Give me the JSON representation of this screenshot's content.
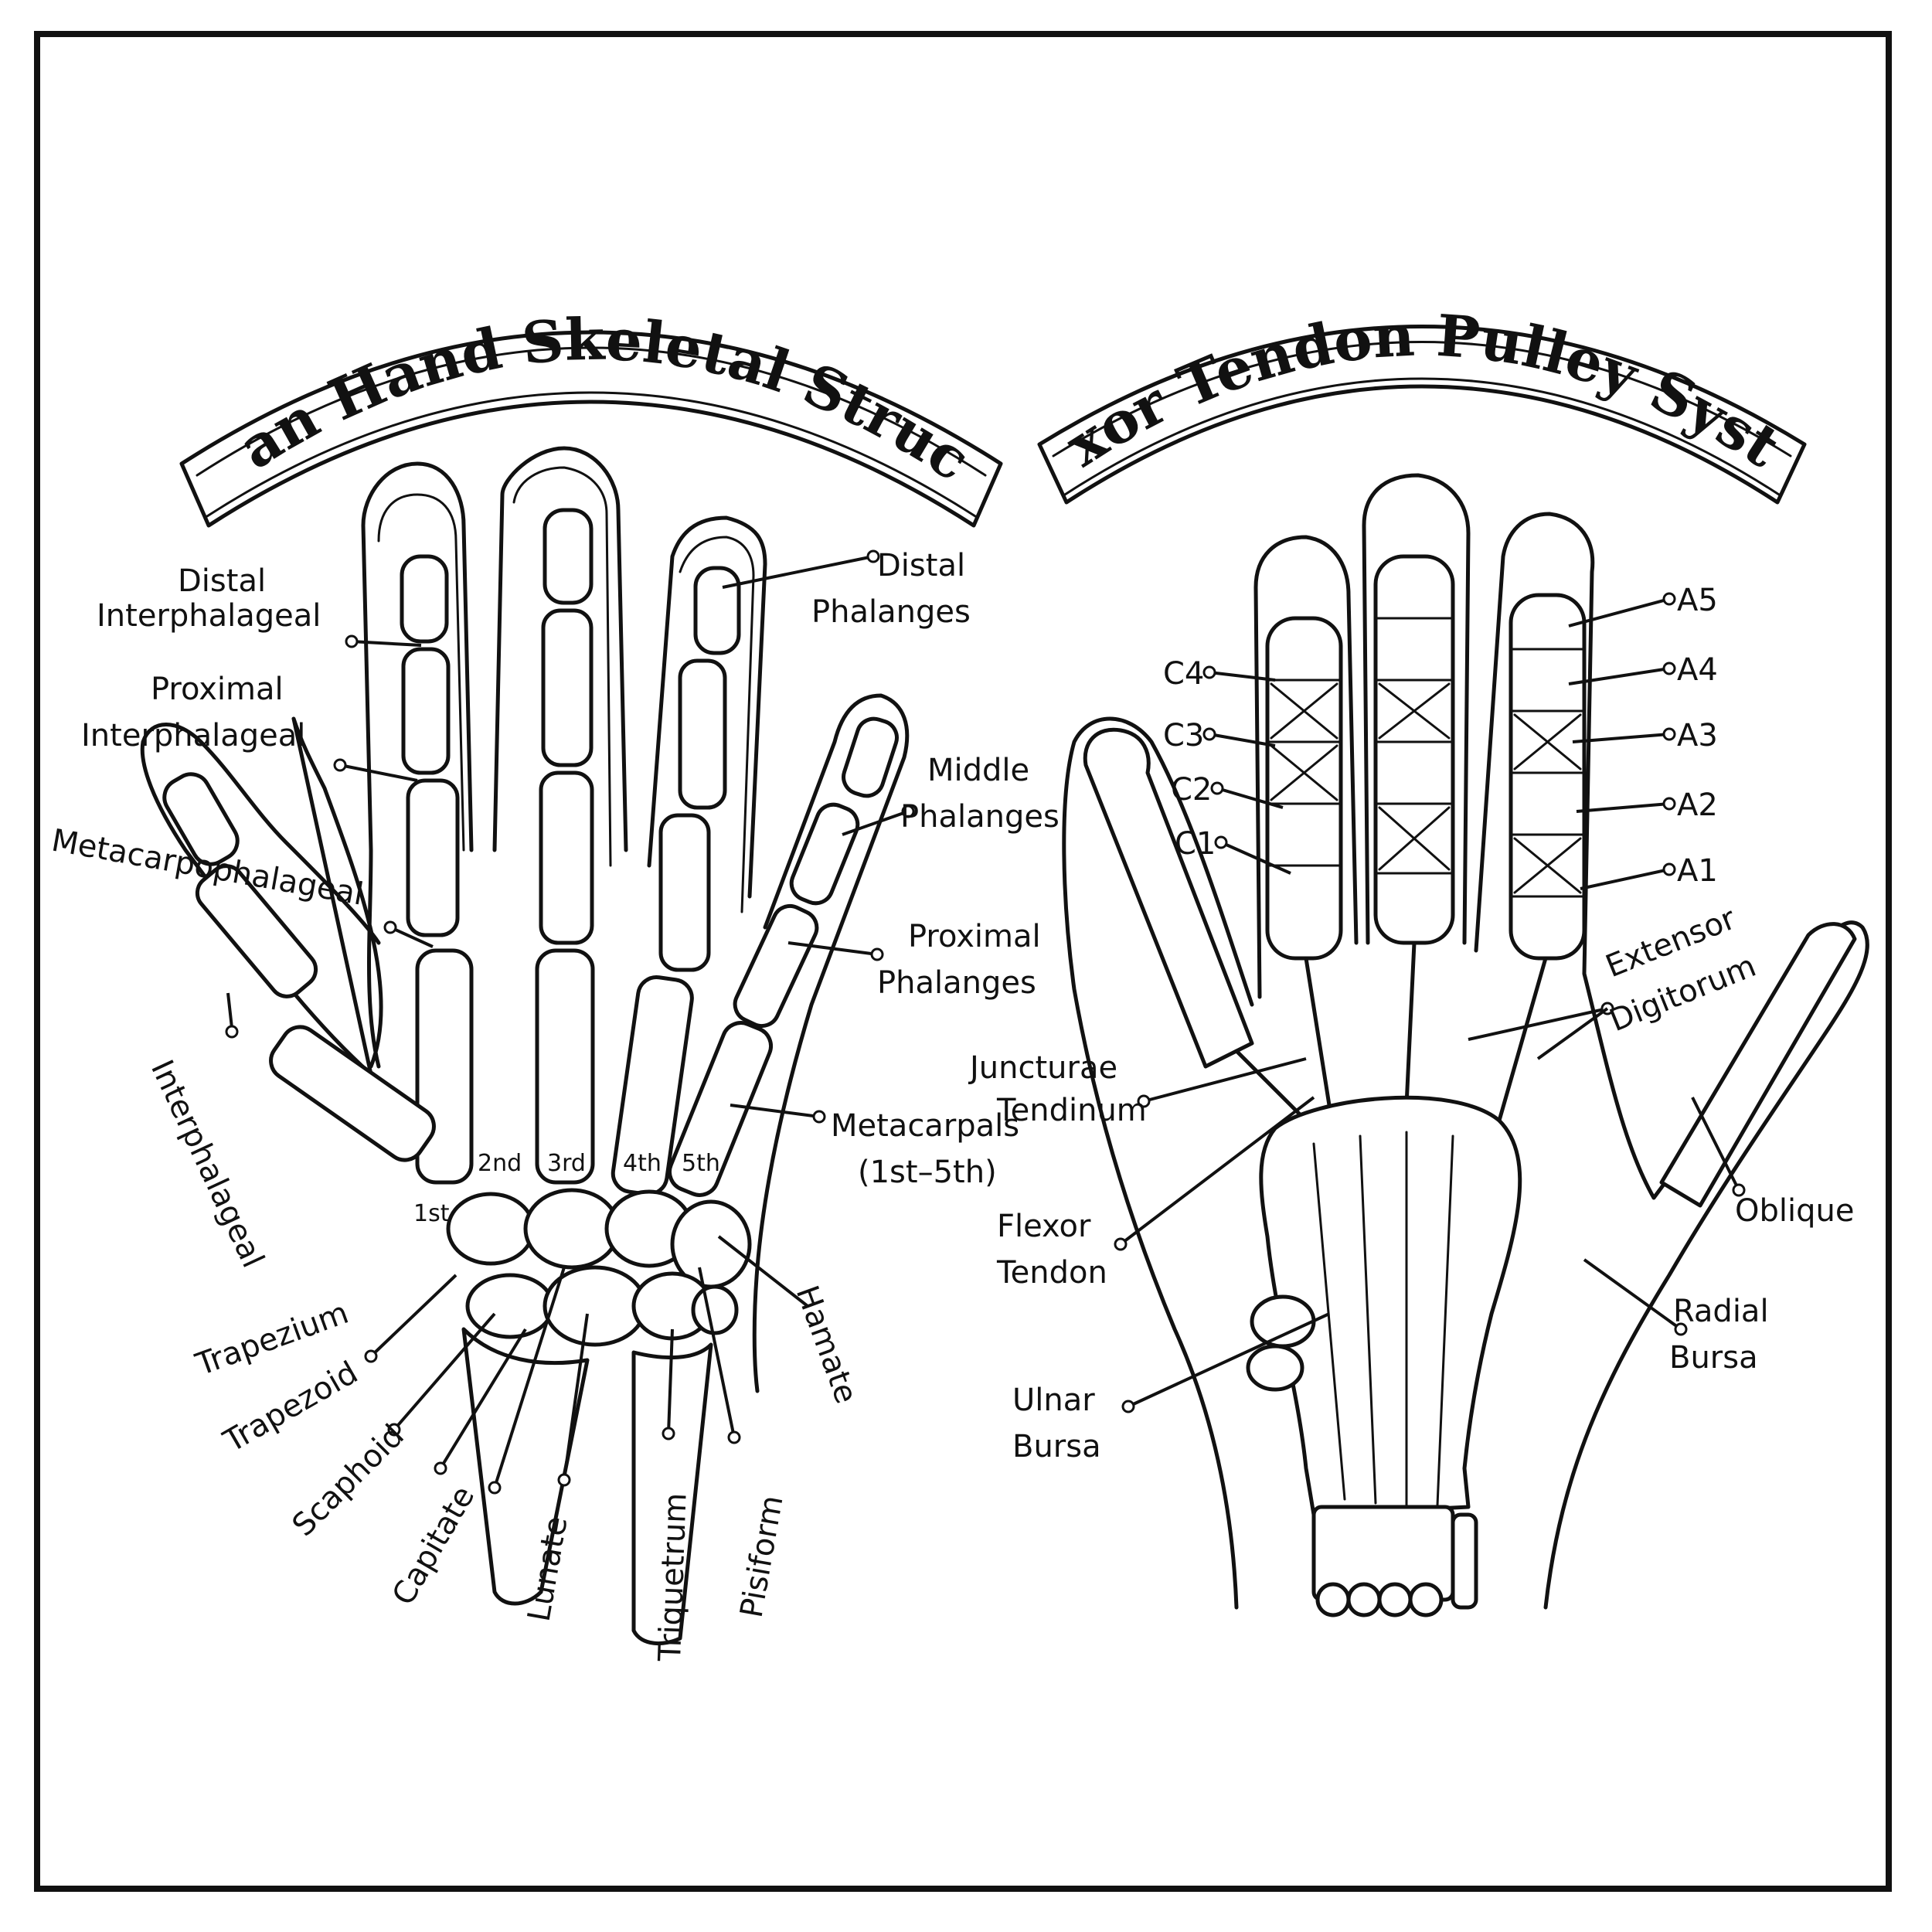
{
  "titles": {
    "left": "Human Hand Skeletal Structure",
    "right": "Flexor Tendon Pulley System"
  },
  "left_labels": {
    "distal_interphalageal_1": "Distal",
    "distal_interphalageal_2": "Interphalageal",
    "proximal_interphalageal_1": "Proximal",
    "proximal_interphalageal_2": "Interphalageal",
    "metacarpophalageal": "Metacarpophalageal",
    "interphalageal": "Interphalageal",
    "distal_phalanges_1": "Distal",
    "distal_phalanges_2": "Phalanges",
    "middle_phalanges_1": "Middle",
    "middle_phalanges_2": "Phalanges",
    "proximal_phalanges_1": "Proximal",
    "proximal_phalanges_2": "Phalanges",
    "metacarpals_1": "Metacarpals",
    "metacarpals_2": "(1st–5th)",
    "trapezium": "Trapezium",
    "trapezoid": "Trapezoid",
    "scaphoid": "Scaphoid",
    "capitate": "Capitate",
    "lunate": "Lunate",
    "triquetrum": "Triquetrum",
    "pisiform": "Pisiform",
    "hamate": "Hamate",
    "mc_1": "1st",
    "mc_2": "2nd",
    "mc_3": "3rd",
    "mc_4": "4th",
    "mc_5": "5th"
  },
  "right_labels": {
    "c4": "C4",
    "c3": "C3",
    "c2": "C2",
    "c1": "C1",
    "a5": "A5",
    "a4": "A4",
    "a3": "A3",
    "a2": "A2",
    "a1": "A1",
    "extensor_1": "Extensor",
    "extensor_2": "Digitorum",
    "juncturae_1": "Juncturae",
    "juncturae_2": "Tendinum",
    "flexor_1": "Flexor",
    "flexor_2": "Tendon",
    "oblique": "Oblique",
    "radial_1": "Radial",
    "radial_2": "Bursa",
    "ulnar_1": "Ulnar",
    "ulnar_2": "Bursa"
  }
}
